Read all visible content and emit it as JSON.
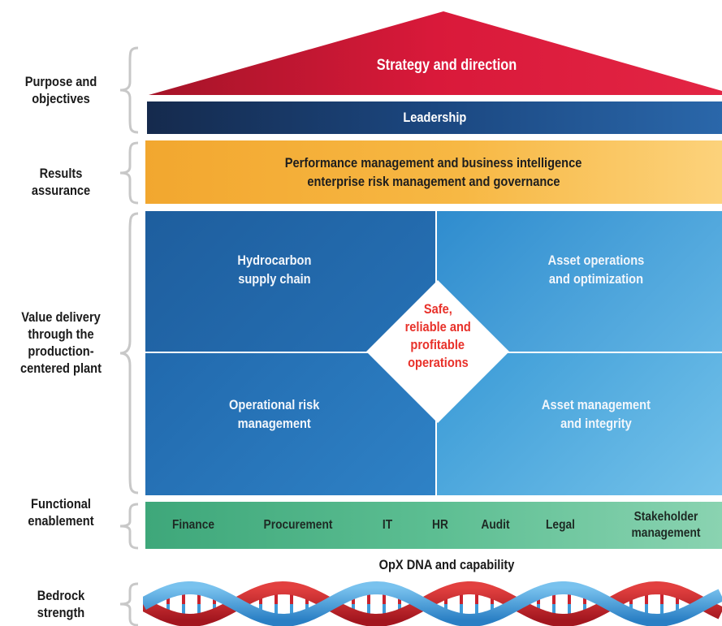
{
  "left_labels": {
    "purpose": [
      "Purpose and",
      "objectives"
    ],
    "results": "Results assurance",
    "value": [
      "Value delivery",
      "through the",
      "production-",
      "centered plant"
    ],
    "functional": [
      "Functional",
      "enablement"
    ],
    "bedrock": [
      "Bedrock",
      "strength"
    ]
  },
  "roof": {
    "label": "Strategy and direction"
  },
  "leadership": {
    "label": "Leadership"
  },
  "results_band": {
    "line1": "Performance management and business intelligence",
    "line2": "enterprise risk management and governance"
  },
  "value_delivery": {
    "top_left": [
      "Hydrocarbon",
      "supply chain"
    ],
    "top_right": [
      "Asset operations",
      "and optimization"
    ],
    "bottom_left": [
      "Operational risk",
      "management"
    ],
    "bottom_right": [
      "Asset management",
      "and integrity"
    ],
    "center": [
      "Safe,",
      "reliable and",
      "profitable",
      "operations"
    ]
  },
  "functions": [
    {
      "label": "Finance"
    },
    {
      "label": "Procurement"
    },
    {
      "label": "IT"
    },
    {
      "label": "HR"
    },
    {
      "label": "Audit"
    },
    {
      "label": "Legal"
    },
    {
      "label": "Stakeholder",
      "label2": "management"
    }
  ],
  "dna_caption": "OpX DNA and capability",
  "colors": {
    "roof": "#d9193a",
    "leadership": "#1b4780",
    "results": "#f7b844",
    "value": "#2f82c6",
    "center_text": "#e8312a",
    "functional": "#5cbe92",
    "dna_red": "#c9232e",
    "dna_blue": "#3f9ad8"
  }
}
